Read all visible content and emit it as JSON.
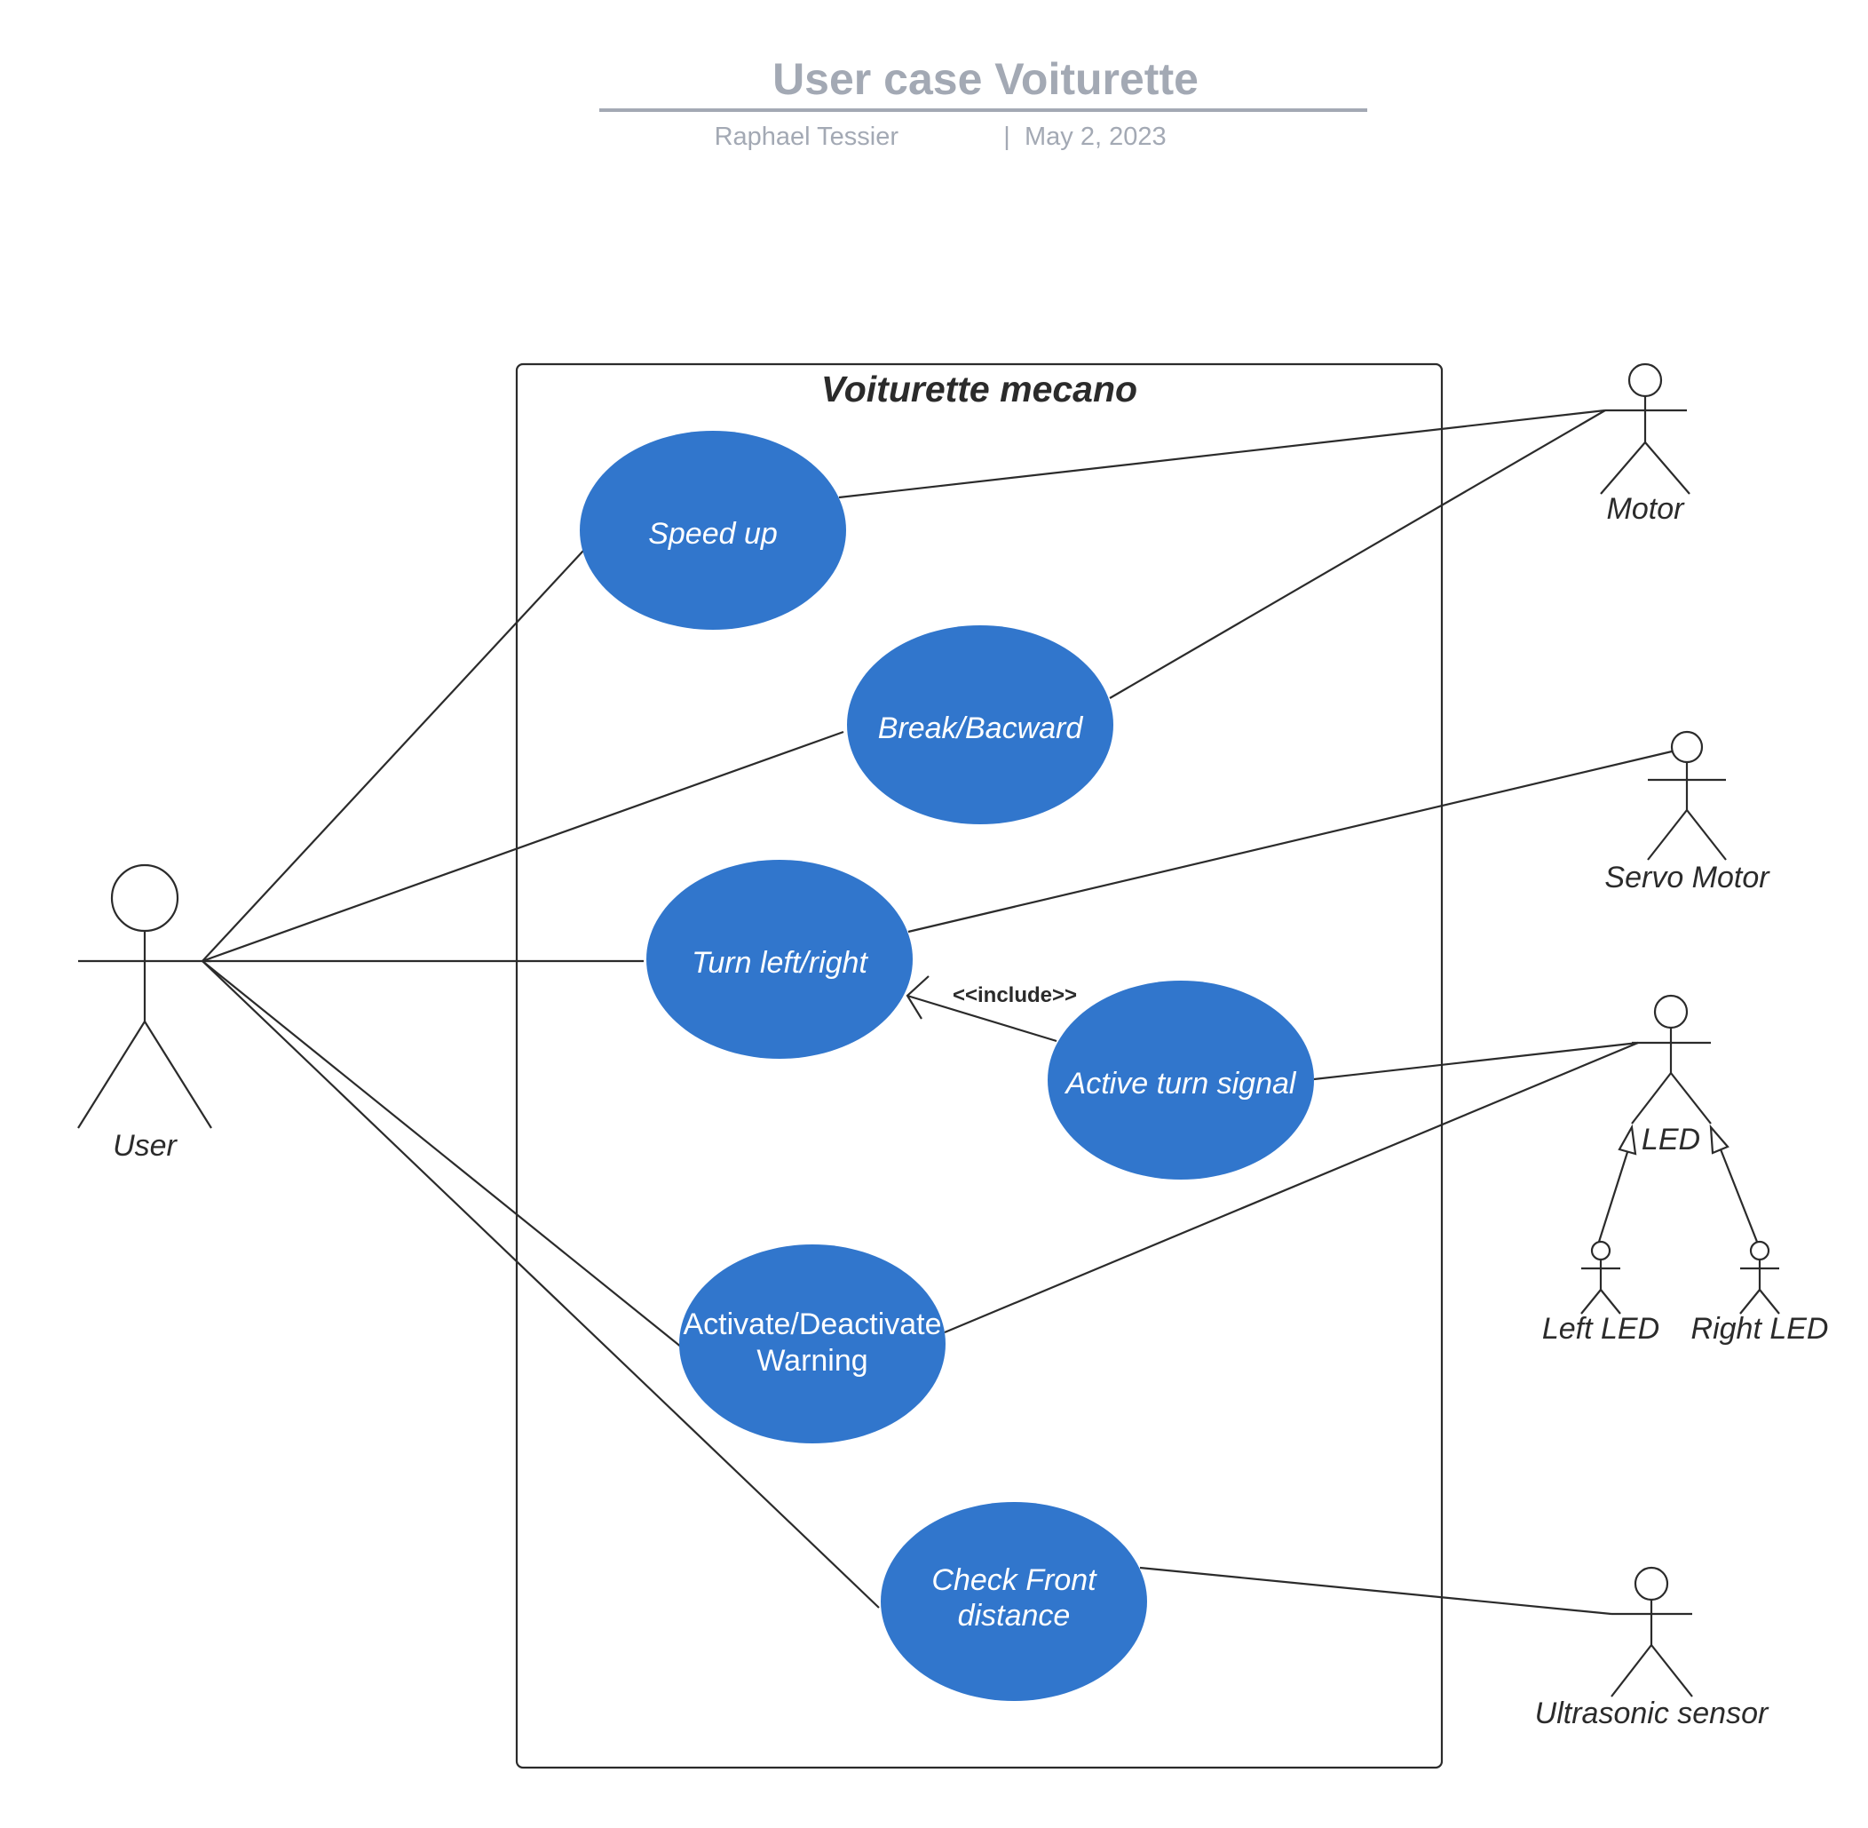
{
  "header": {
    "title": "User case Voiturette",
    "author": "Raphael Tessier",
    "separator": "|",
    "date": "May 2, 2023"
  },
  "system": {
    "title": "Voiturette mecano"
  },
  "use_cases": {
    "speed_up": "Speed up",
    "break_backward": "Break/Bacward",
    "turn": "Turn left/right",
    "turn_signal": "Active turn signal",
    "warning_line1": "Activate/Deactivate",
    "warning_line2": "Warning",
    "check_line1": "Check Front",
    "check_line2": "distance"
  },
  "relations": {
    "include": "<<include>>"
  },
  "actors": {
    "user": "User",
    "motor": "Motor",
    "servo": "Servo Motor",
    "led": "LED",
    "left_led": "Left LED",
    "right_led": "Right LED",
    "ultrasonic": "Ultrasonic sensor"
  },
  "colors": {
    "use_case_fill": "#3176cc",
    "line": "#2b2b2b",
    "header_text": "#a3a9b4"
  }
}
